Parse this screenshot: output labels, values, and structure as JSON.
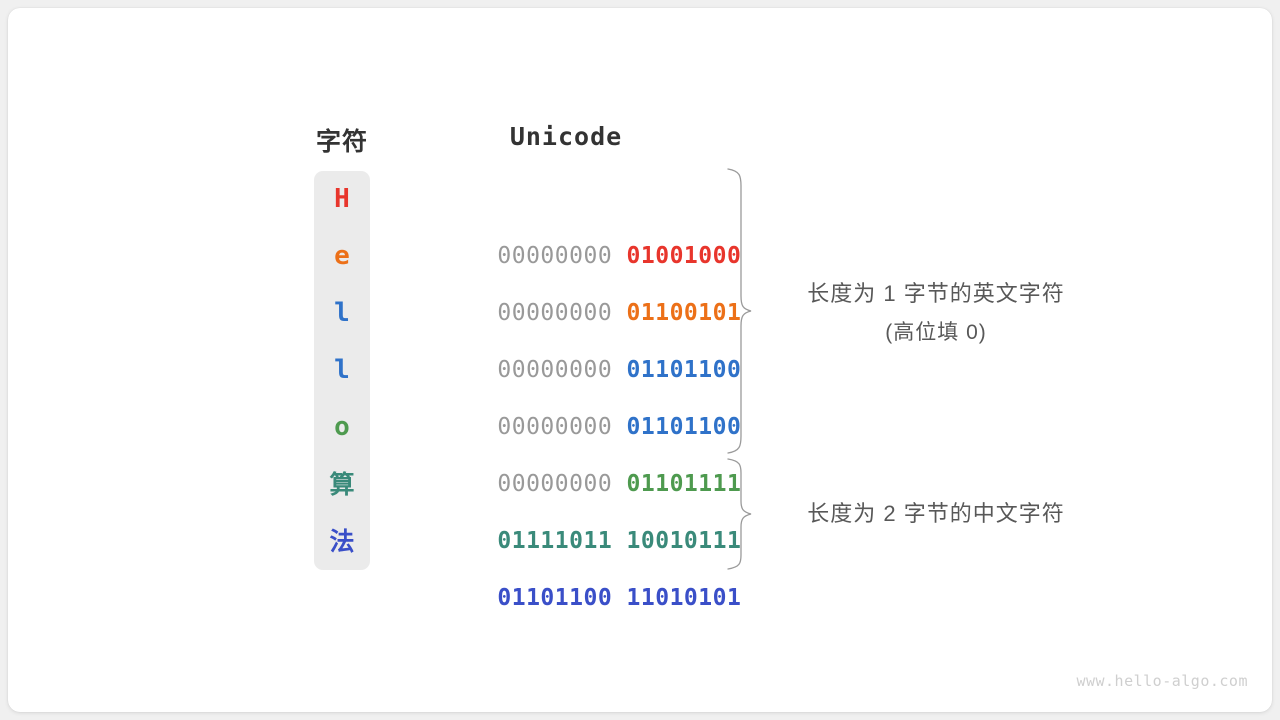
{
  "watermark": "www.hello-algo.com",
  "columns": {
    "char_header": "字符",
    "unicode_header": "Unicode"
  },
  "colors": {
    "red": "#e8352c",
    "orange": "#ec7018",
    "blue": "#2f72c9",
    "green": "#4e9a4f",
    "teal": "#3a8a7a",
    "indigo": "#3a4fc8",
    "gray_bits": "#999999",
    "panel_bg": "#ebebeb",
    "note_text": "#585858",
    "header_text": "#333333"
  },
  "rows": [
    {
      "char": "H",
      "high_byte": "00000000",
      "low_byte": "01001000",
      "color": "#e8352c",
      "both_bold": false
    },
    {
      "char": "e",
      "high_byte": "00000000",
      "low_byte": "01100101",
      "color": "#ec7018",
      "both_bold": false
    },
    {
      "char": "l",
      "high_byte": "00000000",
      "low_byte": "01101100",
      "color": "#2f72c9",
      "both_bold": false
    },
    {
      "char": "l",
      "high_byte": "00000000",
      "low_byte": "01101100",
      "color": "#2f72c9",
      "both_bold": false
    },
    {
      "char": "o",
      "high_byte": "00000000",
      "low_byte": "01101111",
      "color": "#4e9a4f",
      "both_bold": false
    },
    {
      "char": "算",
      "high_byte": "01111011",
      "low_byte": "10010111",
      "color": "#3a8a7a",
      "both_bold": true
    },
    {
      "char": "法",
      "high_byte": "01101100",
      "low_byte": "11010101",
      "color": "#3a4fc8",
      "both_bold": true
    }
  ],
  "annotations": {
    "one_byte": {
      "line1": "长度为 1 字节的英文字符",
      "line2": "(高位填 0)"
    },
    "two_byte": {
      "line1": "长度为 2 字节的中文字符",
      "line2": ""
    }
  }
}
